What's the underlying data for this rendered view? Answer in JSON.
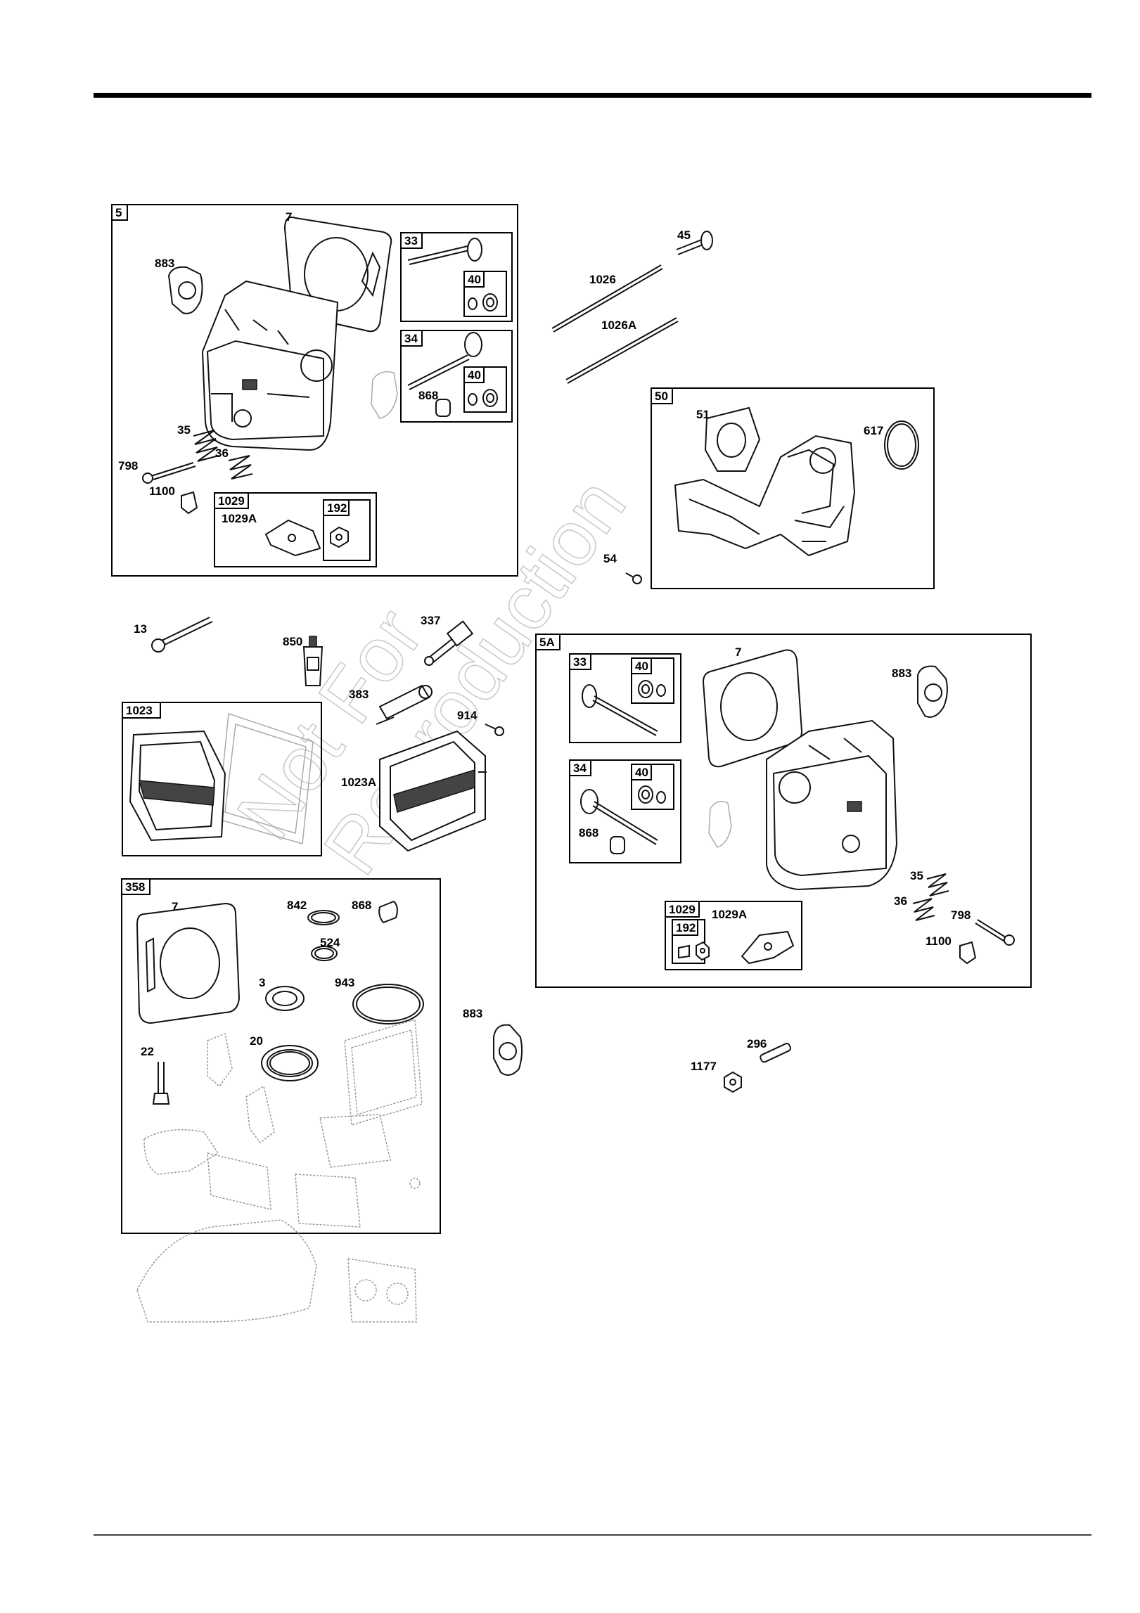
{
  "watermark": {
    "line1": "Not For",
    "line2": "Reproduction"
  },
  "boxes": {
    "b5": "5",
    "b33": "33",
    "b40a": "40",
    "b34": "34",
    "b40b": "40",
    "b1029": "1029",
    "b192": "192",
    "b50": "50",
    "b1023": "1023",
    "b358": "358",
    "b5A": "5A",
    "b33A": "33",
    "b40c": "40",
    "b34A": "34",
    "b40d": "40",
    "b1029A": "1029",
    "b192A": "192"
  },
  "labels": {
    "l7": "7",
    "l883": "883",
    "l35": "35",
    "l36": "36",
    "l798": "798",
    "l1100": "1100",
    "l1029A": "1029A",
    "l868": "868",
    "l45": "45",
    "l1026": "1026",
    "l1026A": "1026A",
    "l51": "51",
    "l617": "617",
    "l54": "54",
    "l13": "13",
    "l850": "850",
    "l337": "337",
    "l383": "383",
    "l914": "914",
    "l1023A": "1023A",
    "m7": "7",
    "m842": "842",
    "m868": "868",
    "m524": "524",
    "m3": "3",
    "m943": "943",
    "m22": "22",
    "m20": "20",
    "r7": "7",
    "r883": "883",
    "r868": "868",
    "r35": "35",
    "r36": "36",
    "r798": "798",
    "r1100": "1100",
    "r1029A": "1029A",
    "s883": "883",
    "s296": "296",
    "s1177": "1177"
  },
  "icons": [
    "cylinder-head",
    "head-gasket",
    "valve",
    "valve-keeper",
    "valve-spring",
    "bolt",
    "rocker-arm",
    "nut",
    "push-rod",
    "intake-manifold",
    "o-ring",
    "valve-cover",
    "sealant-tube",
    "spark-plug",
    "breather-tube",
    "oil-seal"
  ]
}
